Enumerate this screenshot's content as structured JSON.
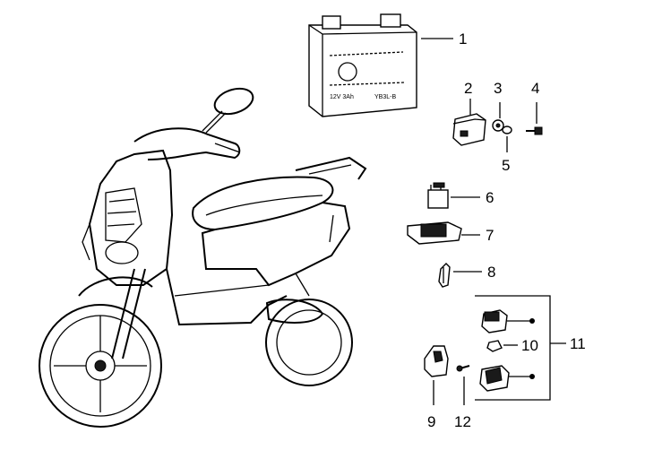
{
  "diagram": {
    "labels": {
      "p1": "1",
      "p2": "2",
      "p3": "3",
      "p4": "4",
      "p5": "5",
      "p6": "6",
      "p7": "7",
      "p8": "8",
      "p9": "9",
      "p10": "10",
      "p11": "11",
      "p12": "12"
    },
    "battery_text": {
      "line1": "12V 3Ah",
      "line2": "YB3L-B"
    }
  }
}
